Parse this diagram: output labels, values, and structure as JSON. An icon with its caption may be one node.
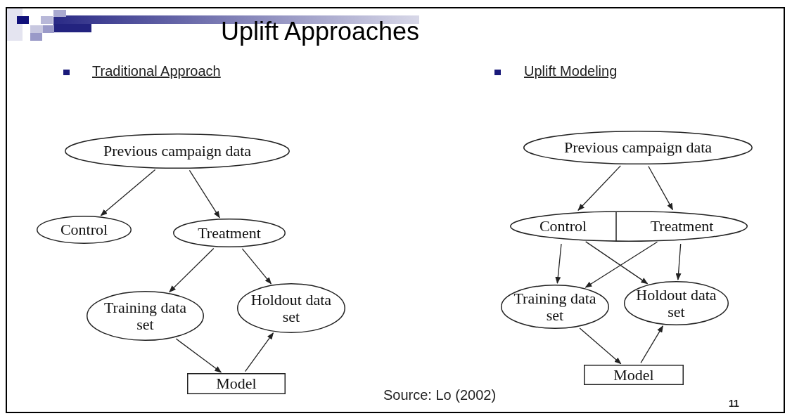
{
  "diagram": {
    "title": "Uplift Approaches",
    "nodes": [
      {
        "text": [
          "Previous campaign data"
        ]
      },
      {
        "text": [
          "Control"
        ]
      },
      {
        "text": [
          "Treatment"
        ]
      },
      {
        "text": [
          "Training data set"
        ]
      },
      {
        "text": [
          "Holdout data set"
        ]
      },
      {
        "text": [
          "Model"
        ]
      },
      {
        "text": [
          "Previous campaign data"
        ]
      },
      {
        "text": [],
        "shape": "ellipse"
      },
      {
        "text": [
          "Control"
        ],
        "in": 7
      },
      {
        "text": [
          "Treatment"
        ],
        "in": 7
      },
      {
        "text": [
          "Training data set"
        ]
      },
      {
        "text": [
          "Holdout data set"
        ]
      },
      {
        "text": [
          "Model"
        ]
      }
    ],
    "edges": [
      {
        "from": 0,
        "to": 1,
        "arrow": "to"
      },
      {
        "from": 0,
        "to": 2,
        "arrow": "to"
      },
      {
        "from": 2,
        "to": 3,
        "arrow": "to"
      },
      {
        "from": 2,
        "to": 4,
        "arrow": "to"
      },
      {
        "from": 3,
        "to": 5,
        "arrow": "to"
      },
      {
        "from": 5,
        "to": 4,
        "arrow": "to"
      },
      {
        "from": 6,
        "to": 8,
        "arrow": "to"
      },
      {
        "from": 6,
        "to": 9,
        "arrow": "to"
      },
      {
        "from": 8,
        "to": 10,
        "arrow": "to"
      },
      {
        "from": 8,
        "to": 11,
        "arrow": "to"
      },
      {
        "from": 9,
        "to": 10,
        "arrow": "to"
      },
      {
        "from": 9,
        "to": 11,
        "arrow": "to"
      },
      {
        "from": 10,
        "to": 12,
        "arrow": "to"
      },
      {
        "from": 12,
        "to": 11,
        "arrow": "to"
      }
    ],
    "labels": [
      "Traditional Approach",
      "Uplift Modeling",
      "Source: Lo (2002)",
      "11"
    ]
  }
}
